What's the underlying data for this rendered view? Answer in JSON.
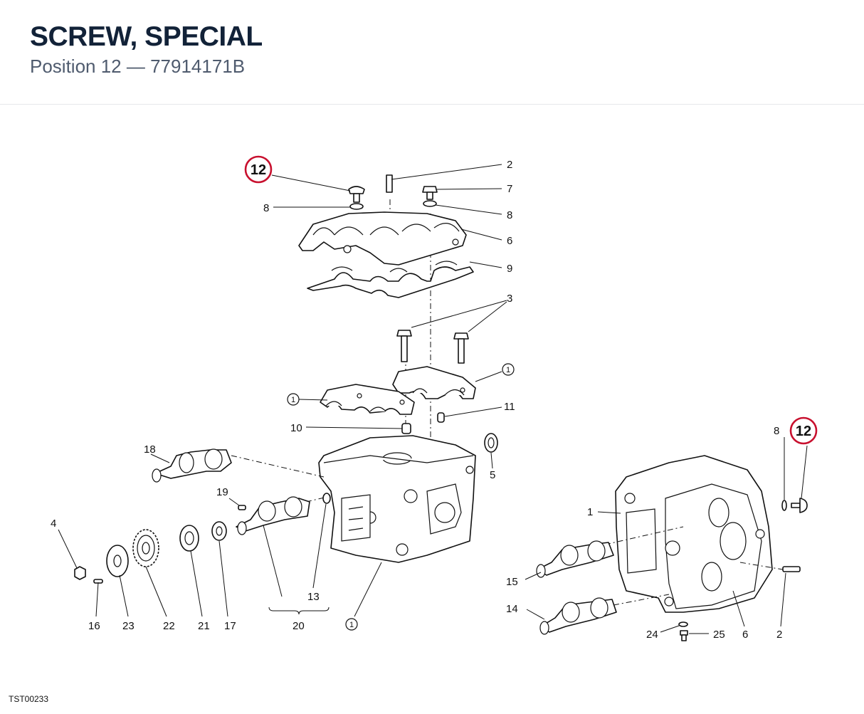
{
  "header": {
    "title": "SCREW, SPECIAL",
    "subtitle": "Position 12 — 77914171B"
  },
  "highlight": {
    "color": "#c8102e",
    "label": "12"
  },
  "callouts": {
    "n1": "1",
    "n2": "2",
    "n3": "3",
    "n4": "4",
    "n5": "5",
    "n6": "6",
    "n7": "7",
    "n8": "8",
    "n9": "9",
    "n10": "10",
    "n11": "11",
    "n13": "13",
    "n14": "14",
    "n15": "15",
    "n16": "16",
    "n17": "17",
    "n18": "18",
    "n19": "19",
    "n20": "20",
    "n21": "21",
    "n22": "22",
    "n23": "23",
    "n24": "24",
    "n25": "25",
    "ref1": "1"
  },
  "footer": {
    "reference": "TST00233"
  }
}
